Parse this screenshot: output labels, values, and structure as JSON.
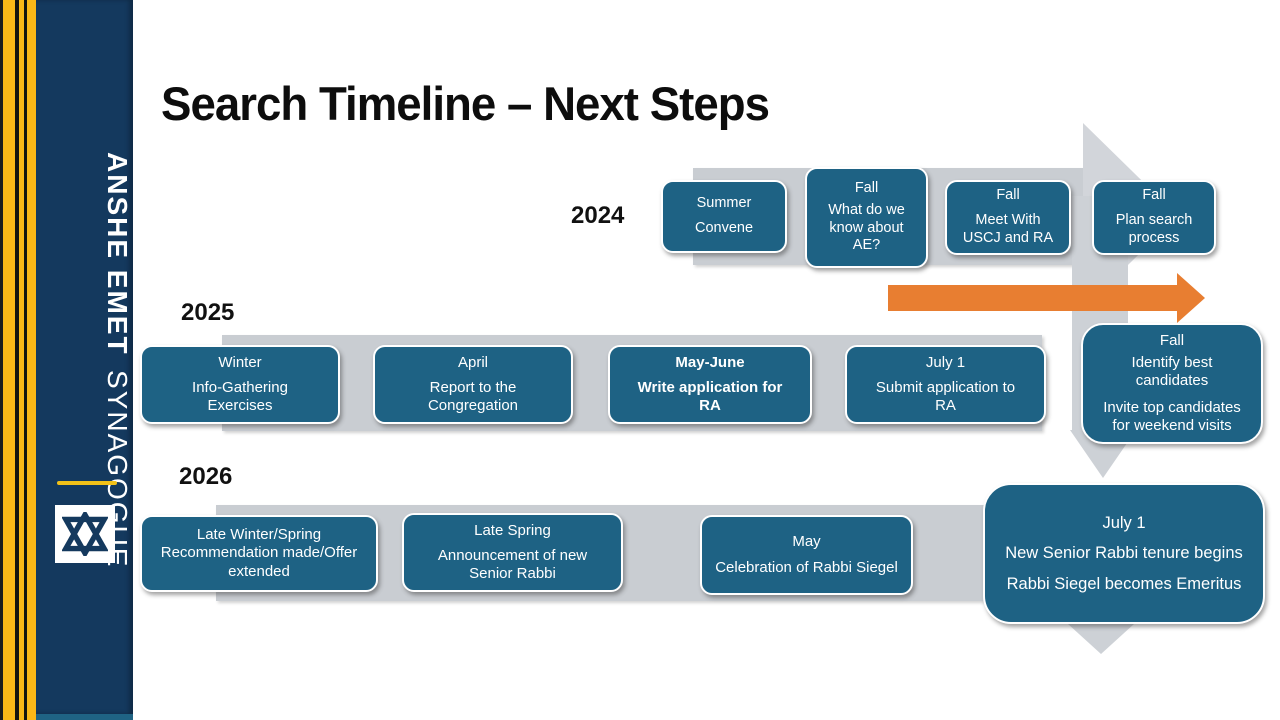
{
  "slide": {
    "title": "Search Timeline – Next Steps"
  },
  "sidebar": {
    "org_line1": "ANSHE EMET",
    "org_line2": "SYNAGOGUE",
    "logo_icon": "star-of-david-icon"
  },
  "colors": {
    "navy": "#14395E",
    "gold": "#FBB817",
    "teal_box": "#1E6284",
    "gray_band": "#C9CDD2",
    "gray_arrow": "#D2D5DA",
    "orange_arrow": "#E87E31"
  },
  "timeline": {
    "rows": [
      {
        "year": "2024",
        "boxes": [
          {
            "date": "Summer",
            "desc": "Convene"
          },
          {
            "date": "Fall",
            "desc": "What do we know about AE?"
          },
          {
            "date": "Fall",
            "desc": "Meet With USCJ and RA"
          },
          {
            "date": "Fall",
            "desc": "Plan search process"
          }
        ]
      },
      {
        "year": "2025",
        "boxes": [
          {
            "date": "Winter",
            "desc": "Info-Gathering Exercises"
          },
          {
            "date": "April",
            "desc": "Report to the Congregation"
          },
          {
            "date": "May-June",
            "desc": "Write application for RA",
            "emphasis": "bold"
          },
          {
            "date": "July 1",
            "desc": "Submit application to RA"
          },
          {
            "date": "Fall",
            "desc": "Identify best candidates",
            "desc2": "Invite top candidates for weekend visits"
          }
        ]
      },
      {
        "year": "2026",
        "boxes": [
          {
            "date": "Late Winter/Spring",
            "desc": "Recommendation made/Offer extended"
          },
          {
            "date": "Late Spring",
            "desc": "Announcement of new Senior Rabbi"
          },
          {
            "date": "May",
            "desc": "Celebration of Rabbi Siegel"
          },
          {
            "date": "July 1",
            "desc": "New Senior Rabbi tenure begins",
            "desc2": "Rabbi Siegel becomes Emeritus"
          }
        ]
      }
    ]
  }
}
